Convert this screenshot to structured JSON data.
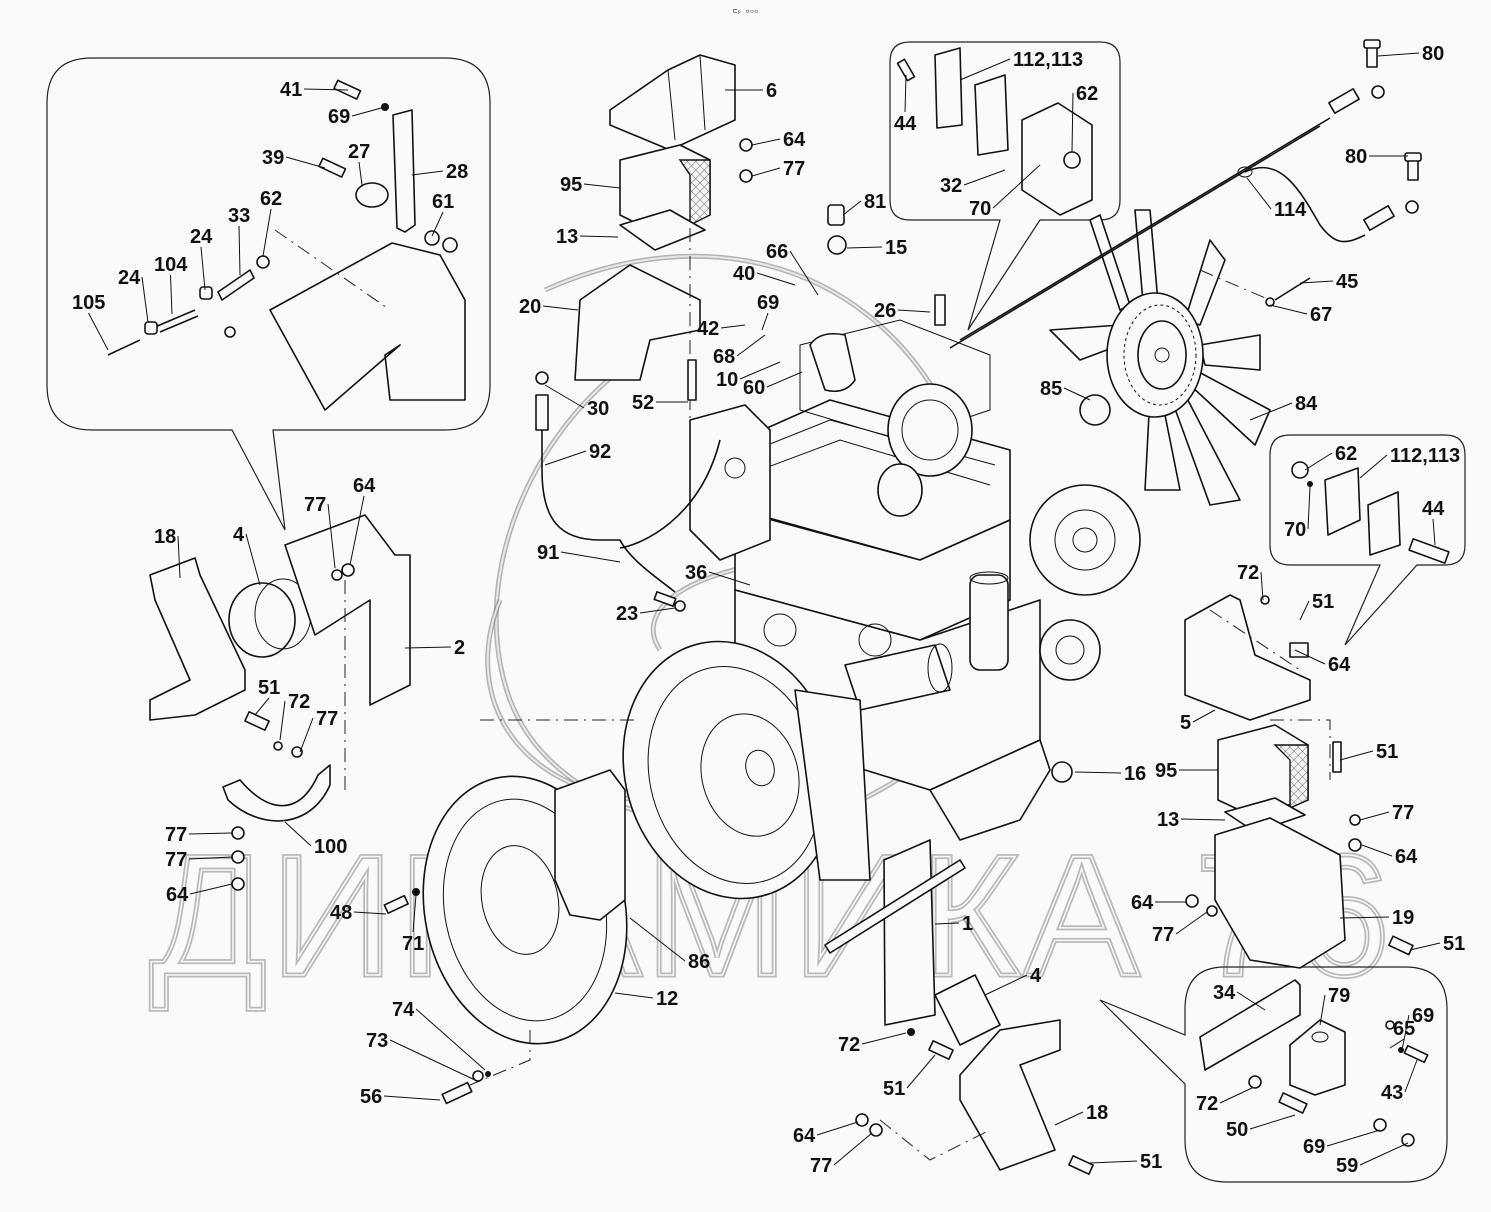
{
  "header_mark": "⊏ₚ ▫▫▫",
  "watermark": "ДИНАМИКА 76",
  "insets": [
    {
      "name": "belt-tensioner-inset",
      "parts": [
        "41",
        "69",
        "39",
        "27",
        "28",
        "62",
        "61",
        "33",
        "24",
        "104",
        "24",
        "105"
      ]
    },
    {
      "name": "pipe-clamp-inset-top",
      "parts": [
        "44",
        "112,113",
        "62",
        "32",
        "70"
      ]
    },
    {
      "name": "pipe-clamp-inset-right",
      "parts": [
        "62",
        "112,113",
        "70",
        "44"
      ]
    },
    {
      "name": "relay-inset",
      "parts": [
        "34",
        "79",
        "65",
        "69",
        "43",
        "72",
        "50",
        "69",
        "59"
      ]
    }
  ],
  "callouts": [
    {
      "id": "c41",
      "label": "41"
    },
    {
      "id": "c69a",
      "label": "69"
    },
    {
      "id": "c39",
      "label": "39"
    },
    {
      "id": "c27",
      "label": "27"
    },
    {
      "id": "c28",
      "label": "28"
    },
    {
      "id": "c62a",
      "label": "62"
    },
    {
      "id": "c61",
      "label": "61"
    },
    {
      "id": "c33",
      "label": "33"
    },
    {
      "id": "c24a",
      "label": "24"
    },
    {
      "id": "c104",
      "label": "104"
    },
    {
      "id": "c24b",
      "label": "24"
    },
    {
      "id": "c105",
      "label": "105"
    },
    {
      "id": "c6",
      "label": "6"
    },
    {
      "id": "c64a",
      "label": "64"
    },
    {
      "id": "c77a",
      "label": "77"
    },
    {
      "id": "c95a",
      "label": "95"
    },
    {
      "id": "c13a",
      "label": "13"
    },
    {
      "id": "c20",
      "label": "20"
    },
    {
      "id": "c81",
      "label": "81"
    },
    {
      "id": "c15",
      "label": "15"
    },
    {
      "id": "c66",
      "label": "66"
    },
    {
      "id": "c40",
      "label": "40"
    },
    {
      "id": "c26",
      "label": "26"
    },
    {
      "id": "c69b",
      "label": "69"
    },
    {
      "id": "c42",
      "label": "42"
    },
    {
      "id": "c68",
      "label": "68"
    },
    {
      "id": "c10",
      "label": "10"
    },
    {
      "id": "c60",
      "label": "60"
    },
    {
      "id": "c30",
      "label": "30"
    },
    {
      "id": "c52",
      "label": "52"
    },
    {
      "id": "c92",
      "label": "92"
    },
    {
      "id": "c44a",
      "label": "44"
    },
    {
      "id": "c112a",
      "label": "112,113"
    },
    {
      "id": "c62b",
      "label": "62"
    },
    {
      "id": "c32",
      "label": "32"
    },
    {
      "id": "c70a",
      "label": "70"
    },
    {
      "id": "c80a",
      "label": "80"
    },
    {
      "id": "c80b",
      "label": "80"
    },
    {
      "id": "c114",
      "label": "114"
    },
    {
      "id": "c45",
      "label": "45"
    },
    {
      "id": "c67",
      "label": "67"
    },
    {
      "id": "c85",
      "label": "85"
    },
    {
      "id": "c84",
      "label": "84"
    },
    {
      "id": "c62c",
      "label": "62"
    },
    {
      "id": "c112b",
      "label": "112,113"
    },
    {
      "id": "c70b",
      "label": "70"
    },
    {
      "id": "c44b",
      "label": "44"
    },
    {
      "id": "c72a",
      "label": "72"
    },
    {
      "id": "c51a",
      "label": "51"
    },
    {
      "id": "c64b",
      "label": "64"
    },
    {
      "id": "c5",
      "label": "5"
    },
    {
      "id": "c95b",
      "label": "95"
    },
    {
      "id": "c51b",
      "label": "51"
    },
    {
      "id": "c16",
      "label": "16"
    },
    {
      "id": "c13b",
      "label": "13"
    },
    {
      "id": "c77b",
      "label": "77"
    },
    {
      "id": "c64c",
      "label": "64"
    },
    {
      "id": "c64d",
      "label": "64"
    },
    {
      "id": "c77c",
      "label": "77"
    },
    {
      "id": "c19",
      "label": "19"
    },
    {
      "id": "c51c",
      "label": "51"
    },
    {
      "id": "c34",
      "label": "34"
    },
    {
      "id": "c79",
      "label": "79"
    },
    {
      "id": "c65",
      "label": "65"
    },
    {
      "id": "c69c",
      "label": "69"
    },
    {
      "id": "c43",
      "label": "43"
    },
    {
      "id": "c72b",
      "label": "72"
    },
    {
      "id": "c50",
      "label": "50"
    },
    {
      "id": "c69d",
      "label": "69"
    },
    {
      "id": "c59",
      "label": "59"
    },
    {
      "id": "c18a",
      "label": "18"
    },
    {
      "id": "c4a",
      "label": "4"
    },
    {
      "id": "c77d",
      "label": "77"
    },
    {
      "id": "c64e",
      "label": "64"
    },
    {
      "id": "c2",
      "label": "2"
    },
    {
      "id": "c51d",
      "label": "51"
    },
    {
      "id": "c72c",
      "label": "72"
    },
    {
      "id": "c77e",
      "label": "77"
    },
    {
      "id": "c100",
      "label": "100"
    },
    {
      "id": "c77f",
      "label": "77"
    },
    {
      "id": "c77g",
      "label": "77"
    },
    {
      "id": "c64f",
      "label": "64"
    },
    {
      "id": "c91",
      "label": "91"
    },
    {
      "id": "c36",
      "label": "36"
    },
    {
      "id": "c23",
      "label": "23"
    },
    {
      "id": "c48",
      "label": "48"
    },
    {
      "id": "c71",
      "label": "71"
    },
    {
      "id": "c86",
      "label": "86"
    },
    {
      "id": "c12",
      "label": "12"
    },
    {
      "id": "c74",
      "label": "74"
    },
    {
      "id": "c73",
      "label": "73"
    },
    {
      "id": "c56",
      "label": "56"
    },
    {
      "id": "c1",
      "label": "1"
    },
    {
      "id": "c4b",
      "label": "4"
    },
    {
      "id": "c72d",
      "label": "72"
    },
    {
      "id": "c51e",
      "label": "51"
    },
    {
      "id": "c18b",
      "label": "18"
    },
    {
      "id": "c64g",
      "label": "64"
    },
    {
      "id": "c77h",
      "label": "77"
    },
    {
      "id": "c51f",
      "label": "51"
    }
  ]
}
